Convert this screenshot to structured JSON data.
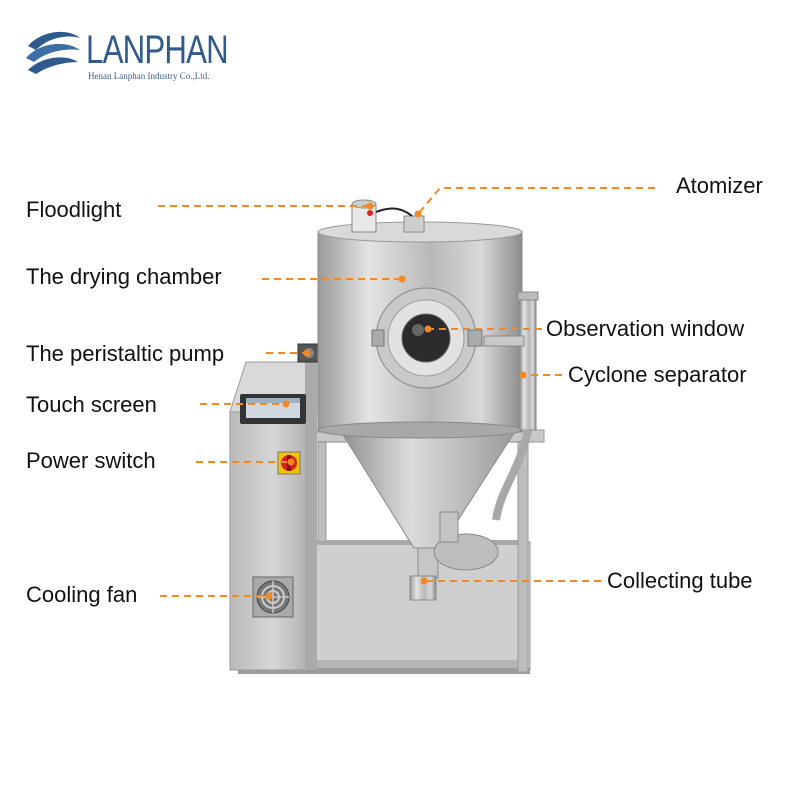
{
  "brand": {
    "name": "LANPHAN",
    "tagline": "Henan Lanphan Industry Co.,Ltd.",
    "color": "#2f5a8c"
  },
  "callout_color": "#f08a24",
  "callouts": [
    {
      "id": "atomizer",
      "label": "Atomizer"
    },
    {
      "id": "floodlight",
      "label": "Floodlight"
    },
    {
      "id": "drying-chamber",
      "label": "The drying chamber"
    },
    {
      "id": "observation-window",
      "label": "Observation window"
    },
    {
      "id": "peristaltic-pump",
      "label": "The peristaltic pump"
    },
    {
      "id": "cyclone-separator",
      "label": "Cyclone separator"
    },
    {
      "id": "touch-screen",
      "label": "Touch screen"
    },
    {
      "id": "power-switch",
      "label": "Power switch"
    },
    {
      "id": "collecting-tube",
      "label": "Collecting tube"
    },
    {
      "id": "cooling-fan",
      "label": "Cooling fan"
    }
  ]
}
